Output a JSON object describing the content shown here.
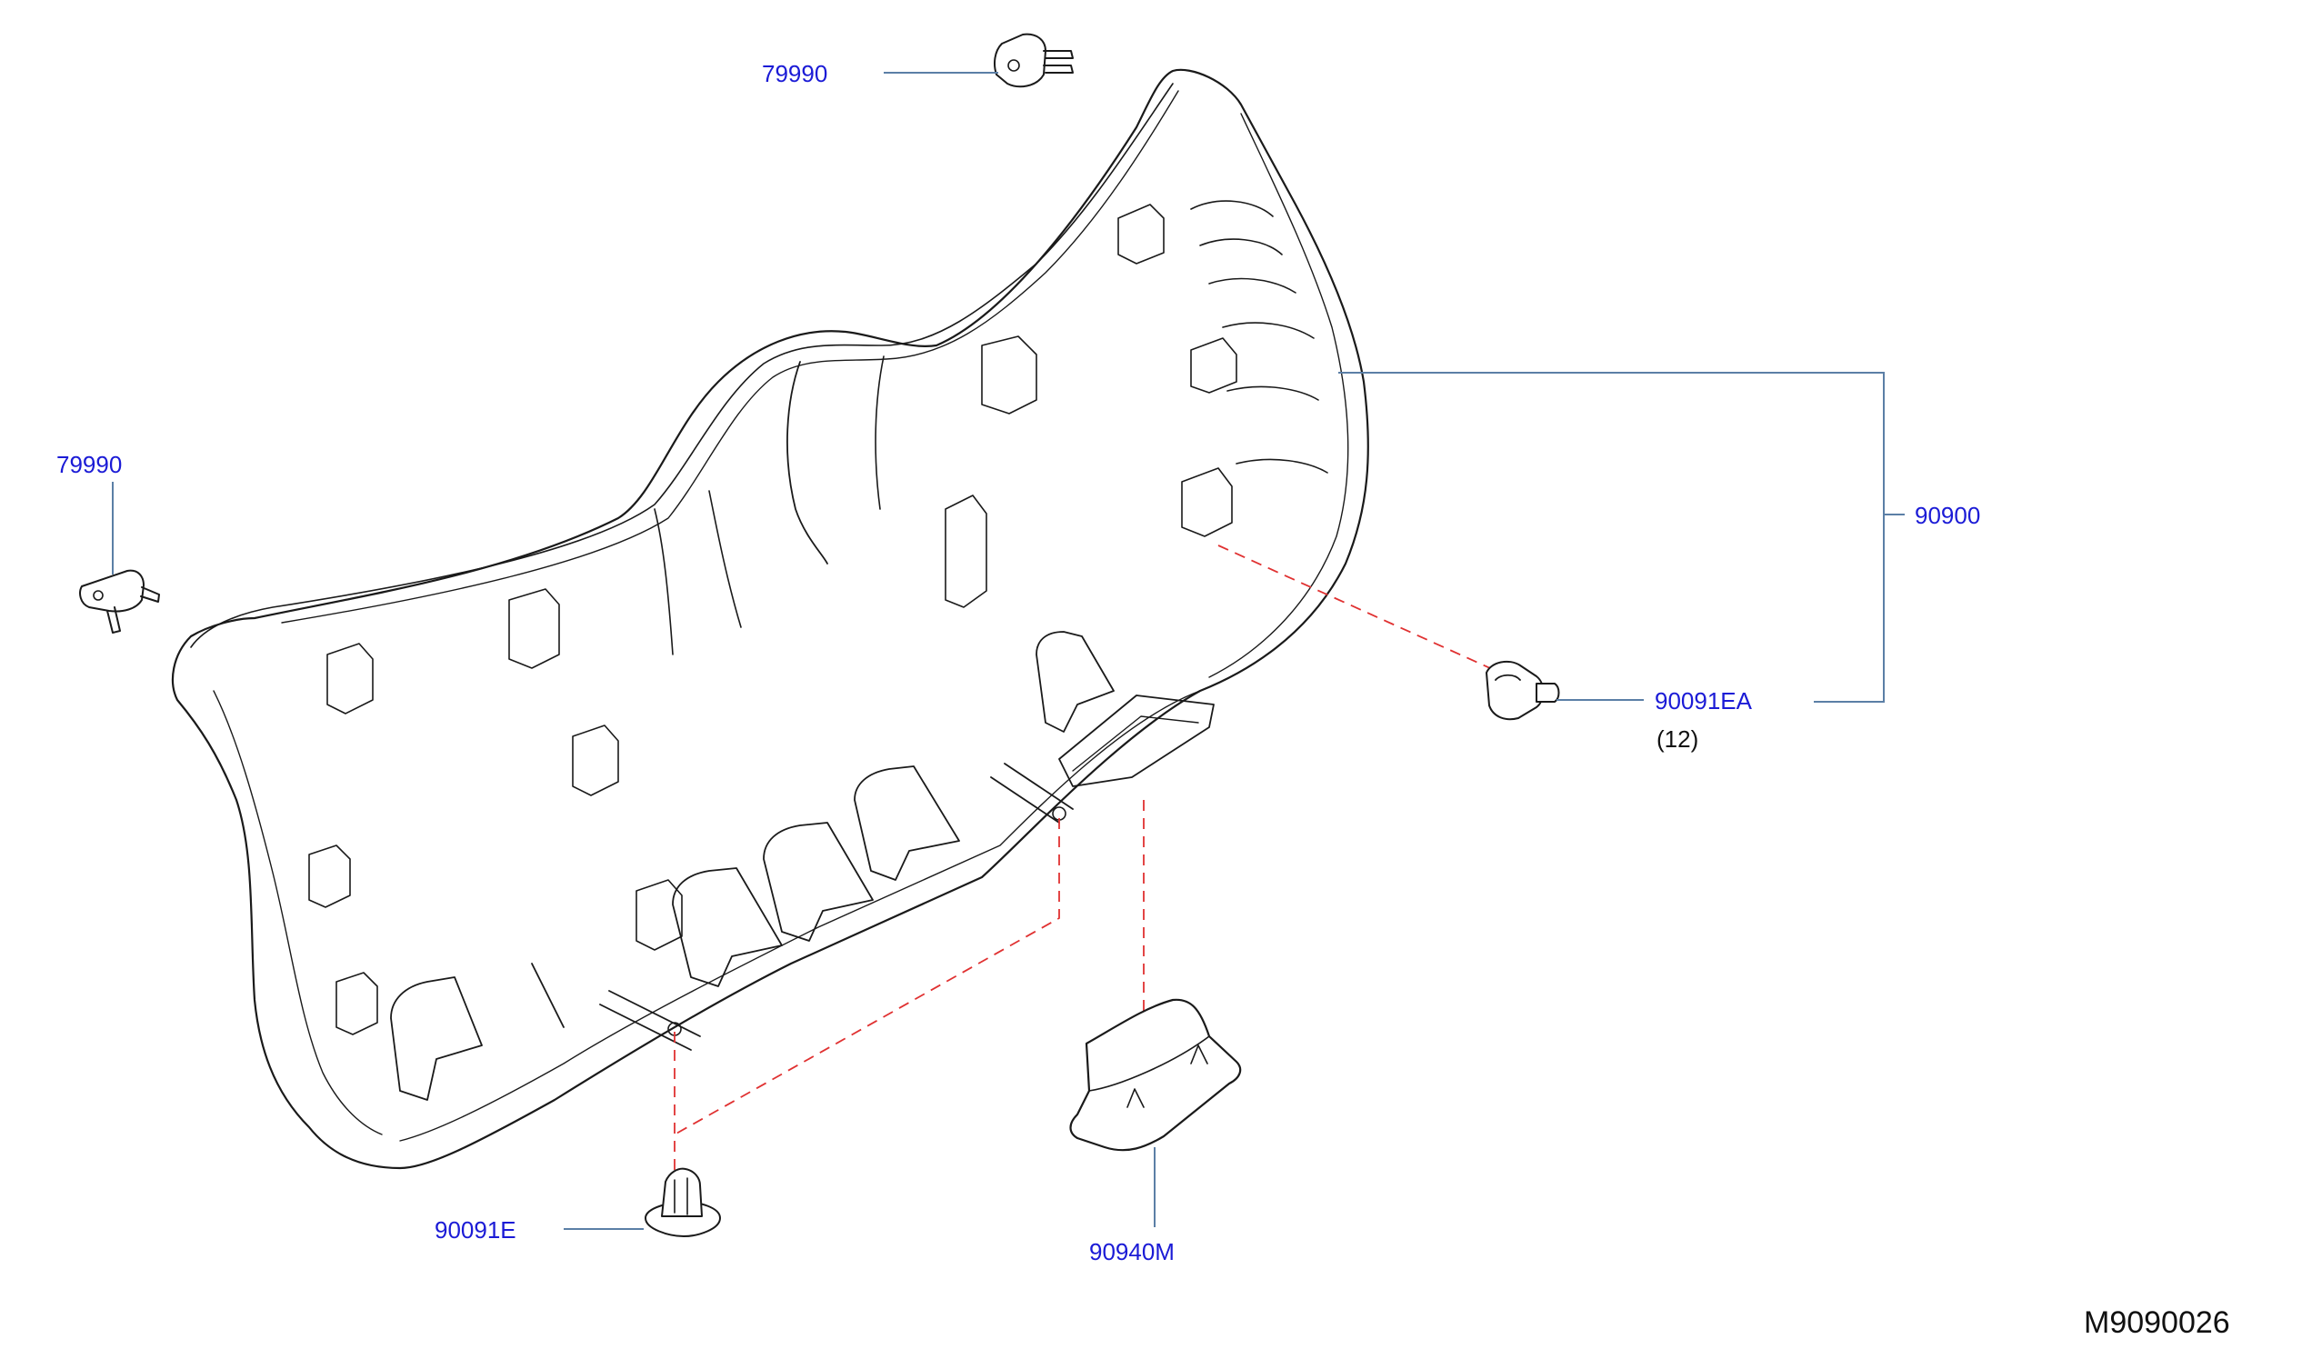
{
  "labels": {
    "clip_top": "79990",
    "clip_left": "79990",
    "trim_assembly": "90900",
    "clip_ea": "90091EA",
    "clip_ea_qty": "(12)",
    "clip_e": "90091E",
    "handle": "90940M",
    "diagram_ref": "M9090026"
  },
  "colors": {
    "part_label": "#1b1bd6",
    "leader_line": "#5b7fa6",
    "dashed_guide": "#e03131",
    "outline": "#1a1a1a"
  }
}
